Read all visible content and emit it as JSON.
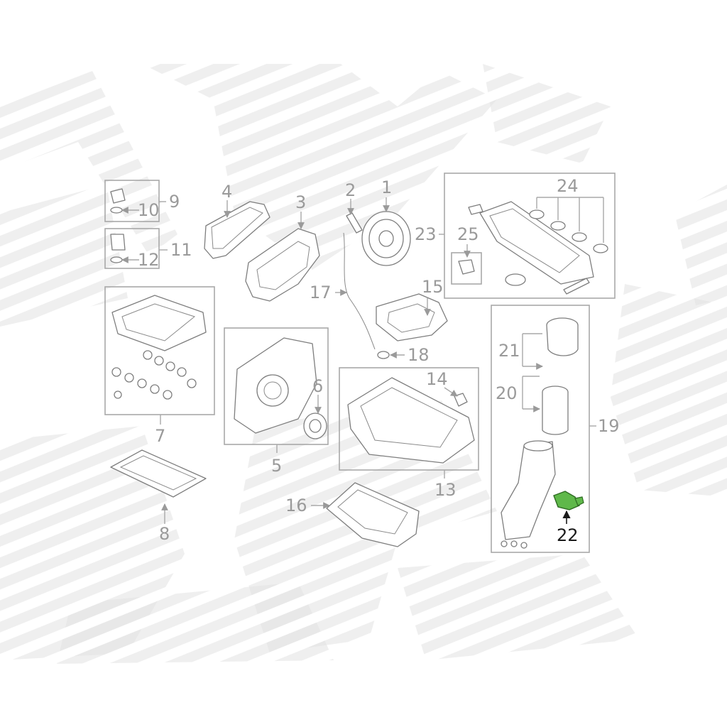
{
  "diagram": {
    "callouts": {
      "c1": "1",
      "c2": "2",
      "c3": "3",
      "c4": "4",
      "c5": "5",
      "c6": "6",
      "c7": "7",
      "c8": "8",
      "c9": "9",
      "c10": "10",
      "c11": "11",
      "c12": "12",
      "c13": "13",
      "c14": "14",
      "c15": "15",
      "c16": "16",
      "c17": "17",
      "c18": "18",
      "c19": "19",
      "c20": "20",
      "c21": "21",
      "c22": "22",
      "c23": "23",
      "c24": "24",
      "c25": "25"
    },
    "highlighted_callout": "22",
    "colors": {
      "highlight": "#5fb84a",
      "linework": "#7e7e7e",
      "callout_text": "#9a9a9a",
      "highlight_text": "#1a1a1a",
      "watermark": "#d9d9d9"
    }
  }
}
